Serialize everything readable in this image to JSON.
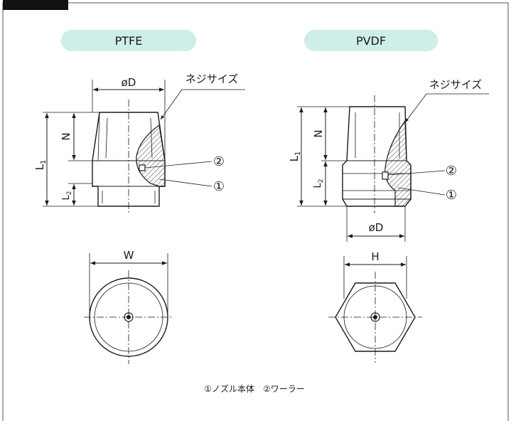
{
  "colors": {
    "pill": "#cdeee9",
    "line": "#1a1a1a",
    "hatch": "#444444",
    "frame": "#555555",
    "corner": "#111111"
  },
  "left": {
    "material": "PTFE",
    "dim_diameter": "øD",
    "thread_label": "ネジサイズ",
    "dim_n": "N",
    "dim_l1": "L",
    "dim_l1_sub": "1",
    "dim_l2": "L",
    "dim_l2_sub": "2",
    "callout_2": "②",
    "callout_1": "①",
    "dim_width": "W"
  },
  "right": {
    "material": "PVDF",
    "dim_diameter": "øD",
    "thread_label": "ネジサイズ",
    "dim_n": "N",
    "dim_l1": "L",
    "dim_l1_sub": "1",
    "dim_l2": "L",
    "dim_l2_sub": "2",
    "callout_2": "②",
    "callout_1": "①",
    "dim_height": "H"
  },
  "legend": {
    "text": "①ノズル本体　②ワーラー"
  }
}
